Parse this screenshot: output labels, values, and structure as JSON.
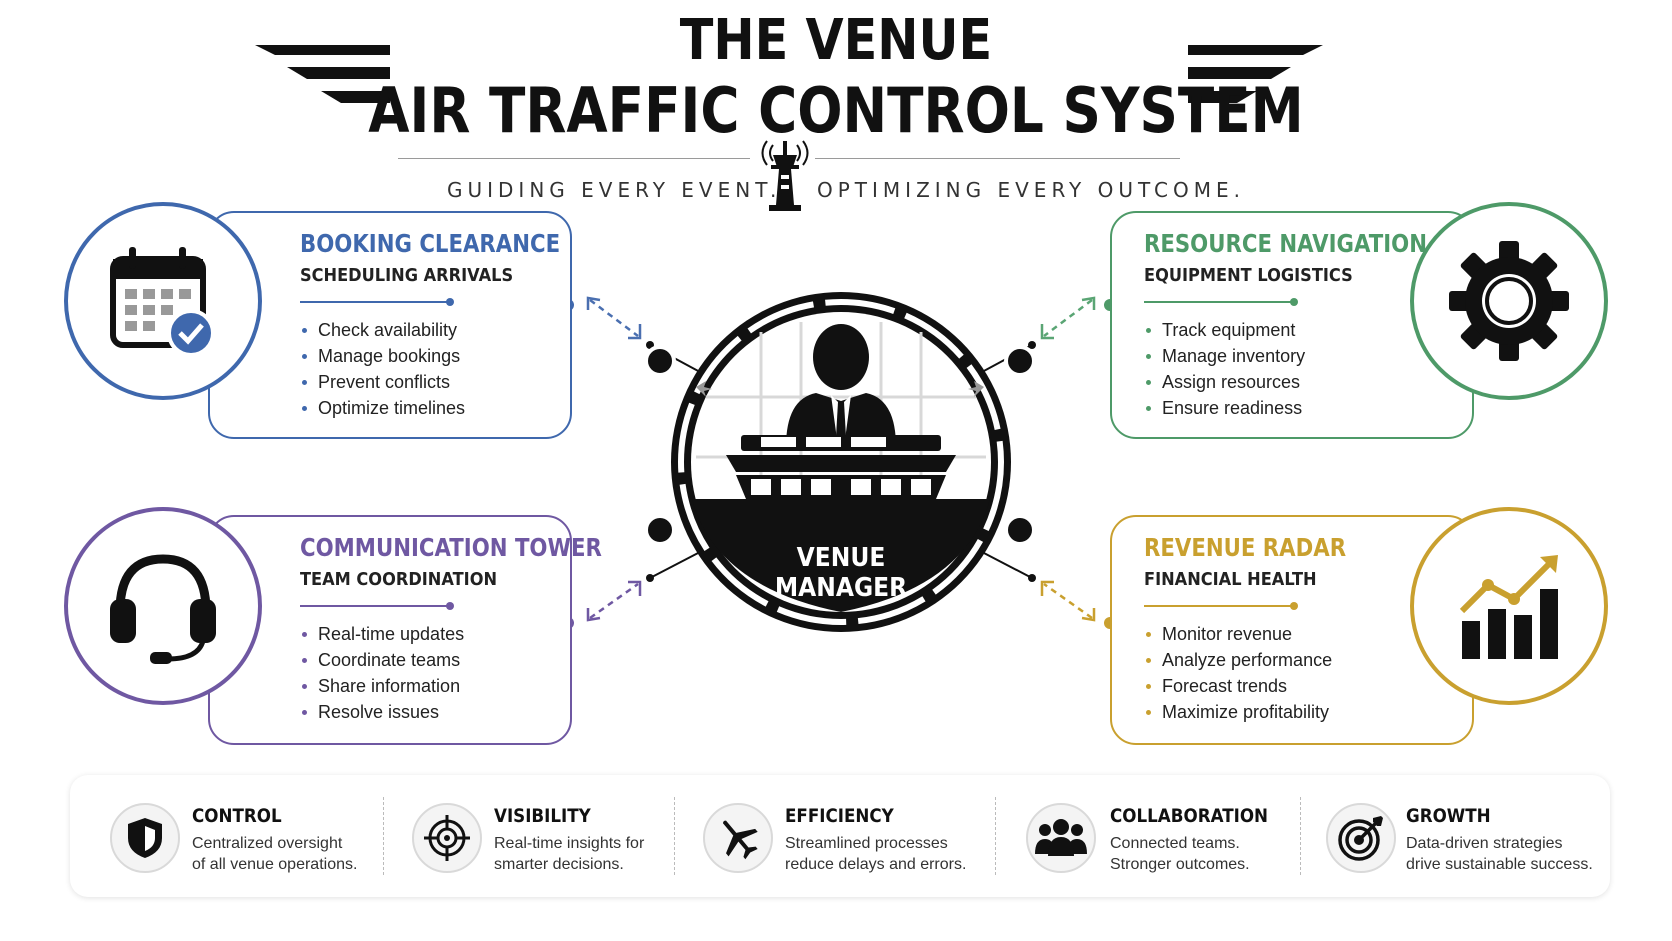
{
  "header": {
    "title_line1": "THE VENUE",
    "title_line2": "AIR TRAFFIC CONTROL SYSTEM",
    "tagline_left": "GUIDING EVERY EVENT.",
    "tagline_right": "OPTIMIZING EVERY OUTCOME."
  },
  "center": {
    "label_line1": "VENUE",
    "label_line2": "MANAGER"
  },
  "cards": [
    {
      "title": "BOOKING CLEARANCE",
      "subtitle": "SCHEDULING ARRIVALS",
      "color": "#3f68ad",
      "icon": "calendar-check-icon",
      "bullets": [
        "Check availability",
        "Manage bookings",
        "Prevent conflicts",
        "Optimize timelines"
      ]
    },
    {
      "title": "RESOURCE NAVIGATION",
      "subtitle": "EQUIPMENT LOGISTICS",
      "color": "#4e9a68",
      "icon": "gear-icon",
      "bullets": [
        "Track equipment",
        "Manage inventory",
        "Assign resources",
        "Ensure readiness"
      ]
    },
    {
      "title": "COMMUNICATION TOWER",
      "subtitle": "TEAM COORDINATION",
      "color": "#6f58a2",
      "icon": "headset-icon",
      "bullets": [
        "Real-time updates",
        "Coordinate teams",
        "Share information",
        "Resolve issues"
      ]
    },
    {
      "title": "REVENUE RADAR",
      "subtitle": "FINANCIAL HEALTH",
      "color": "#c9a02f",
      "icon": "growth-chart-icon",
      "bullets": [
        "Monitor revenue",
        "Analyze performance",
        "Forecast trends",
        "Maximize profitability"
      ]
    }
  ],
  "features": [
    {
      "title": "CONTROL",
      "line1": "Centralized oversight",
      "line2": "of all venue operations.",
      "icon": "shield-icon"
    },
    {
      "title": "VISIBILITY",
      "line1": "Real-time insights for",
      "line2": "smarter decisions.",
      "icon": "crosshair-icon"
    },
    {
      "title": "EFFICIENCY",
      "line1": "Streamlined processes",
      "line2": "reduce delays and errors.",
      "icon": "airplane-icon"
    },
    {
      "title": "COLLABORATION",
      "line1": "Connected teams.",
      "line2": "Stronger outcomes.",
      "icon": "team-icon"
    },
    {
      "title": "GROWTH",
      "line1": "Data-driven strategies",
      "line2": "drive sustainable success.",
      "icon": "target-icon"
    }
  ]
}
